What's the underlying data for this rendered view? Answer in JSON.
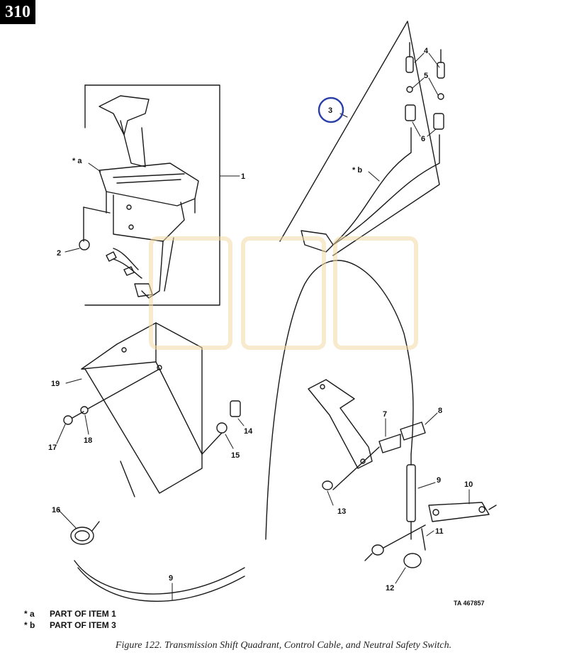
{
  "page": {
    "number": "310"
  },
  "callouts": {
    "c1": "1",
    "c2": "2",
    "c3": "3",
    "c4": "4",
    "c5": "5",
    "c6": "6",
    "c7": "7",
    "c8": "8",
    "c9a": "9",
    "c9b": "9",
    "c10": "10",
    "c11": "11",
    "c12": "12",
    "c13": "13",
    "c14": "14",
    "c15": "15",
    "c16": "16",
    "c17": "17",
    "c18": "18",
    "c19": "19",
    "ca": "* a",
    "cb": "* b"
  },
  "drawing_tag": "TA 467857",
  "notes": [
    {
      "key": "* a",
      "text": "PART OF ITEM  1"
    },
    {
      "key": "* b",
      "text": "PART OF ITEM  3"
    }
  ],
  "caption": "Figure 122. Transmission Shift Quadrant, Control Cable, and Neutral Safety Switch.",
  "colors": {
    "highlight_circle": "#2b3fa8",
    "watermark": "#f3d9a4",
    "line": "#1a1a1a"
  }
}
